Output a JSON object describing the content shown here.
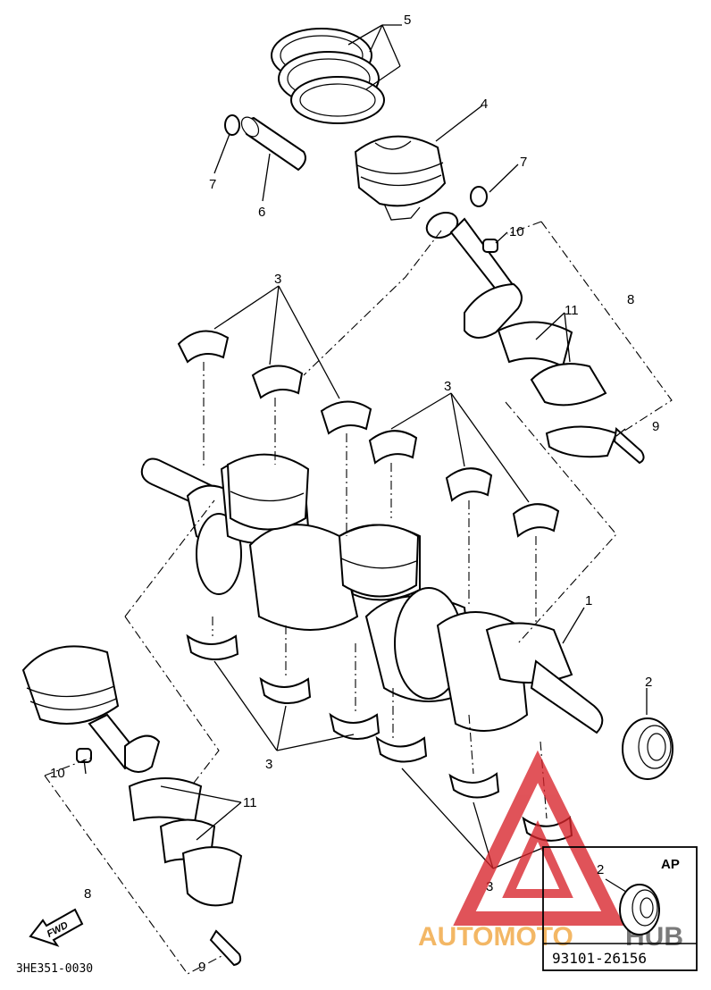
{
  "callouts": {
    "c1": "1",
    "c2": "2",
    "c3_top": "3",
    "c3_mid": "3",
    "c3_bot": "3",
    "c3_right": "3",
    "c4": "4",
    "c5": "5",
    "c6": "6",
    "c7_left": "7",
    "c7_right": "7",
    "c8_top": "8",
    "c8_bot": "8",
    "c9_top": "9",
    "c9_bot": "9",
    "c10_top": "10",
    "c10_bot": "10",
    "c11_top": "11",
    "c11_bot": "11",
    "ap_c2": "2"
  },
  "ap_box": {
    "label": "AP",
    "part_number": "93101-26156"
  },
  "fwd_label": "FWD",
  "diagram_code": "3HE351-0030",
  "watermark": {
    "text_a": "AUTOMOTO",
    "text_b": "HUB",
    "colors": {
      "orange": "#f0a33a",
      "red": "#d8242b",
      "gray": "#555555"
    }
  }
}
